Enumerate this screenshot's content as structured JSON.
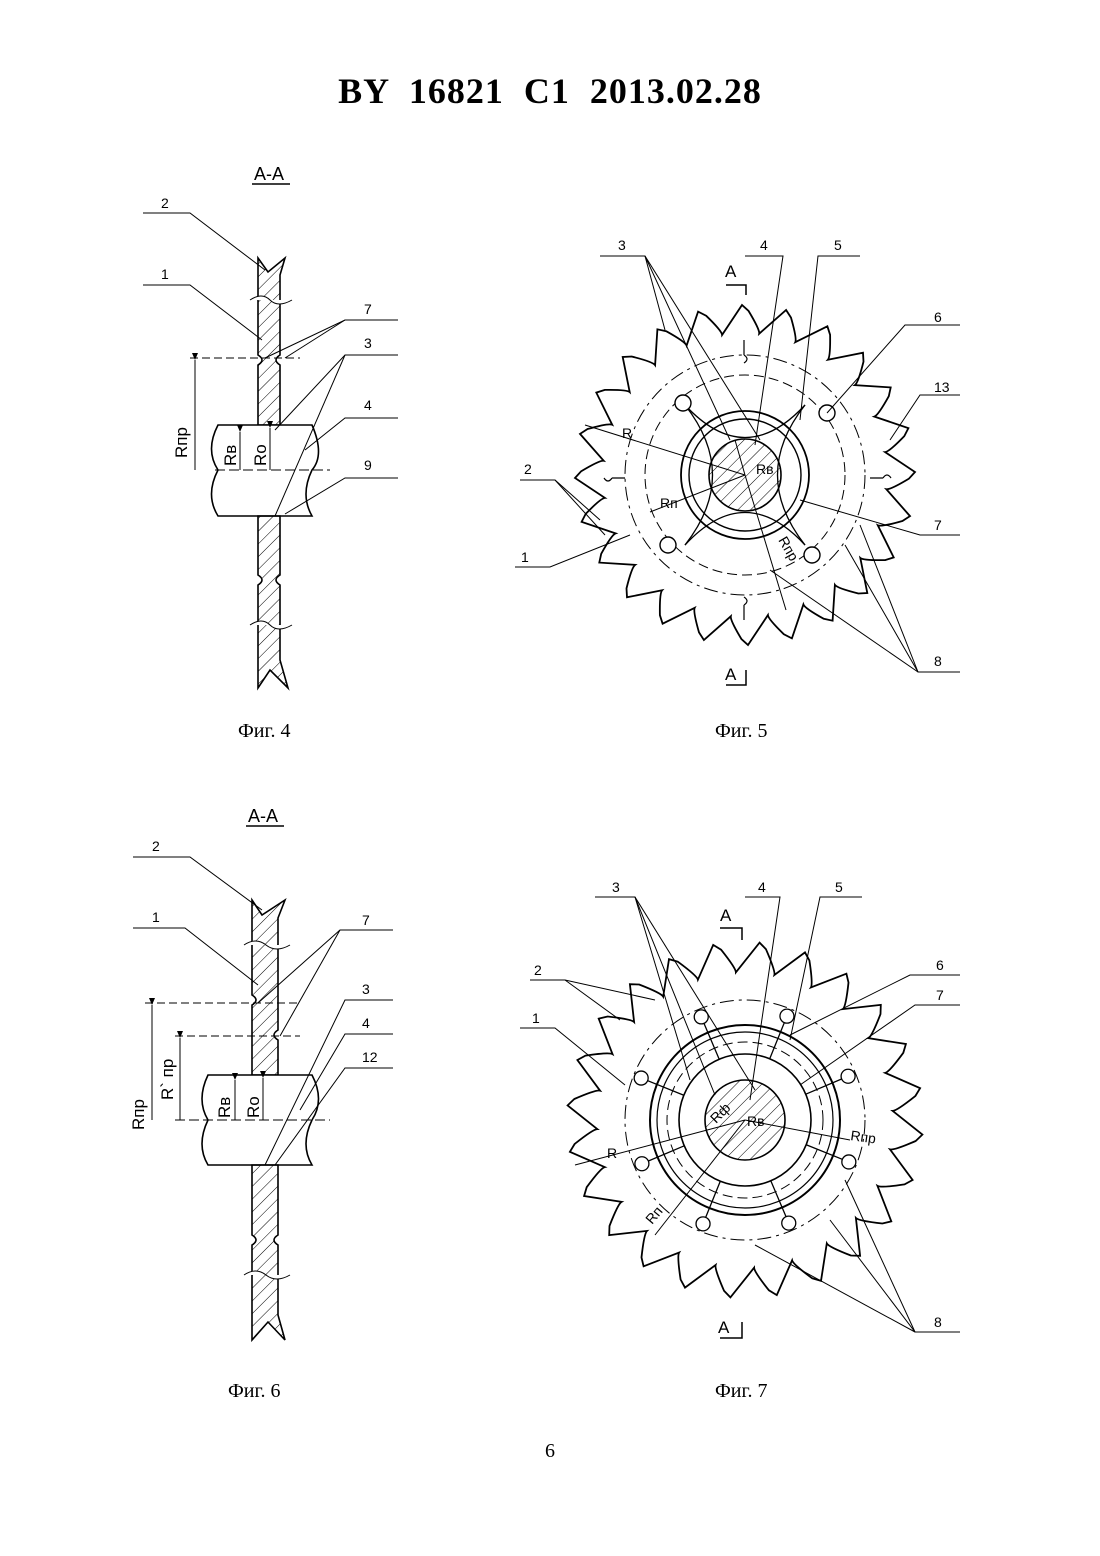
{
  "document": {
    "header": "BY 16821 C1 2013.02.28",
    "page_number": "6"
  },
  "figures": {
    "fig4": {
      "caption": "Фиг. 4",
      "section_label": "A-A",
      "callouts": [
        "2",
        "1",
        "7",
        "3",
        "4",
        "9"
      ],
      "dims": [
        "Rпр",
        "Rв",
        "Ro"
      ]
    },
    "fig5": {
      "caption": "Фиг. 5",
      "section_top": "A",
      "section_bottom": "A",
      "callouts": [
        "3",
        "4",
        "5",
        "6",
        "13",
        "2",
        "7",
        "1",
        "8"
      ],
      "dims": [
        "R",
        "Rв",
        "Rп",
        "Rпр"
      ]
    },
    "fig6": {
      "caption": "Фиг. 6",
      "section_label": "A-A",
      "callouts": [
        "2",
        "1",
        "7",
        "3",
        "4",
        "12"
      ],
      "dims": [
        "Rпр",
        "R` пр",
        "Rв",
        "Ro"
      ]
    },
    "fig7": {
      "caption": "Фиг. 7",
      "section_top": "A",
      "section_bottom": "A",
      "callouts": [
        "3",
        "4",
        "5",
        "2",
        "6",
        "7",
        "1",
        "8"
      ],
      "dims": [
        "Rф",
        "Rв",
        "Rпр",
        "R",
        "Rп"
      ]
    }
  }
}
